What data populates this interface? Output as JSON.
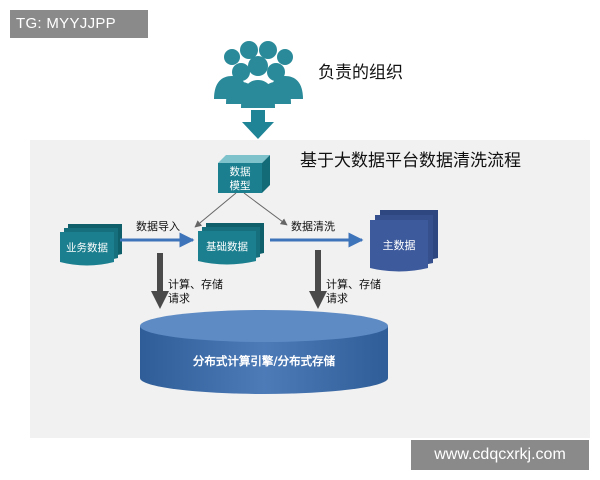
{
  "watermark_top": "TG: MYYJJPP",
  "watermark_bottom": "www.cdqcxrkj.com",
  "diagram": {
    "org_label": "负责的组织",
    "title": "基于大数据平台数据清洗流程",
    "model_box": [
      "数据",
      "模型"
    ],
    "business_data": "业务数据",
    "base_data": "基础数据",
    "master_data": "主数据",
    "import_label": "数据导入",
    "clean_label": "数据清洗",
    "compute_left": [
      "计算、存储",
      "请求"
    ],
    "compute_right": [
      "计算、存储",
      "请求"
    ],
    "engine": "分布式计算引擎/分布式存储"
  },
  "colors": {
    "teal": "#1b7f8f",
    "teal_light": "#7ec3cc",
    "navy": "#3d5a9c",
    "engine": "#3a68a6",
    "panel": "#f1f1f1",
    "arrow_blue": "#3e74b9",
    "arrow_gray": "#4a4a4a"
  },
  "icons": [
    "group-people-icon",
    "down-arrow-icon"
  ]
}
